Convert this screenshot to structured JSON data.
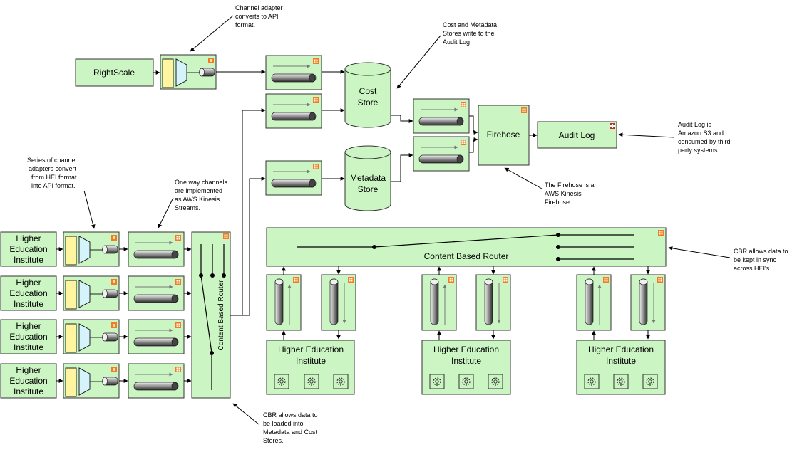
{
  "nodes": {
    "rightscale": "RightScale",
    "cost_store": [
      "Cost",
      "Store"
    ],
    "metadata_store": [
      "Metadata",
      "Store"
    ],
    "firehose": "Firehose",
    "audit_log": "Audit Log",
    "cbr_vertical": "Content Based Router",
    "cbr_horizontal": "Content Based Router",
    "hei_left": [
      "Higher",
      "Education",
      "Institute"
    ],
    "hei_bottom": [
      "Higher Education",
      "Institute"
    ]
  },
  "annotations": {
    "channel_adapter": [
      "Channel adapter",
      "converts to API",
      "format."
    ],
    "cost_metadata": [
      "Cost and Metadata",
      "Stores write to the",
      "Audit Log"
    ],
    "series": [
      "Series of channel",
      "adapters convert",
      "from HEI format",
      "into API format."
    ],
    "one_way": [
      "One way channels",
      "are implemented",
      "as AWS Kinesis",
      "Streams."
    ],
    "audit_log_s3": [
      "Audit Log is",
      "Amazon S3 and",
      "consumed by third",
      "party systems."
    ],
    "firehose_note": [
      "The Firehose is an",
      "AWS Kinesis",
      "Firehose."
    ],
    "cbr_sync": [
      "CBR allows data to",
      "be kept in sync",
      "across HEI's."
    ],
    "cbr_load": [
      "CBR allows data to",
      "be loaded into",
      "Metadata and Cost",
      "Stores."
    ]
  },
  "colors": {
    "box_fill": "#ccf5c4",
    "adapter_yellow": "#fff5a0",
    "adapter_blue": "#d4f3fa",
    "icon_orange": "#f47b20",
    "icon_red": "#d02828"
  }
}
